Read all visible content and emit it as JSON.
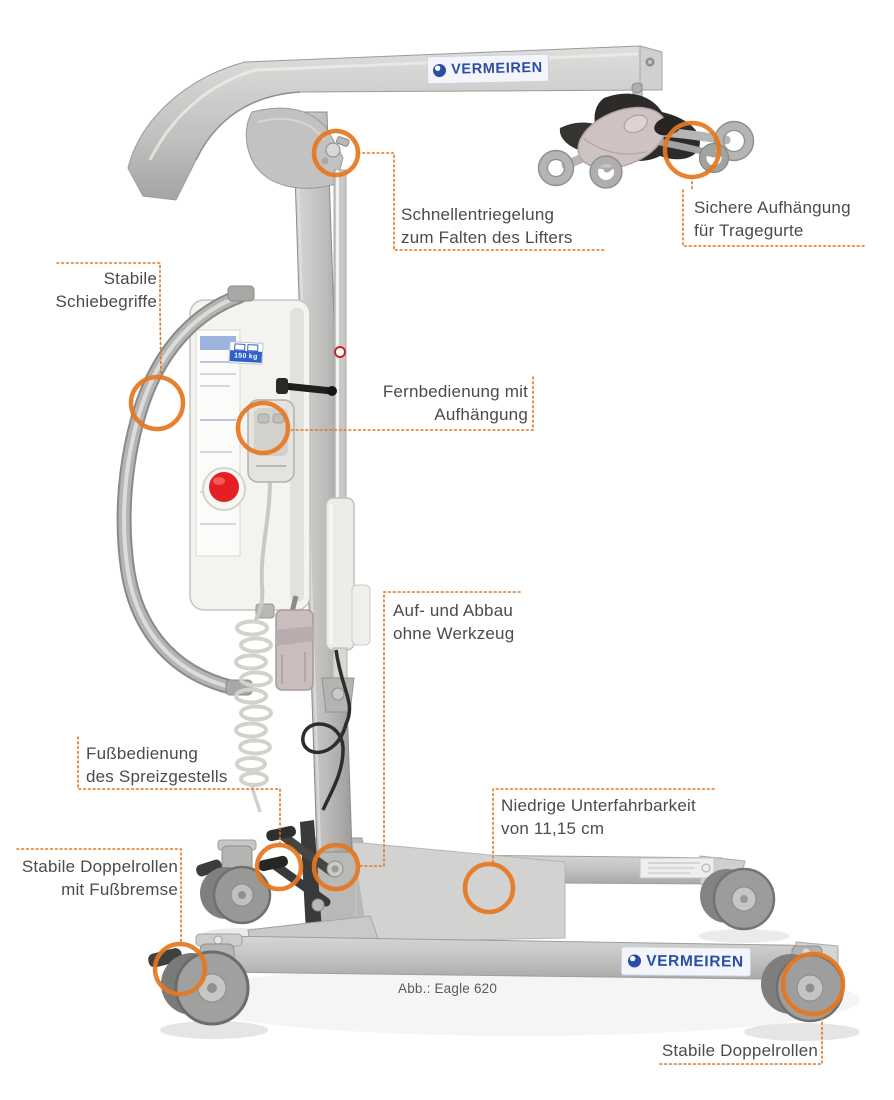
{
  "brand": {
    "logo_text": "VERMEIREN",
    "logo_color": "#2b4da6"
  },
  "figure": {
    "caption": "Abb.: Eagle 620",
    "max_load_label": "150 kg",
    "accent_color": "#e6771f"
  },
  "callouts": [
    {
      "id": "quick-release",
      "label": "Schnellentriegelung\nzum Falten des Lifters"
    },
    {
      "id": "sling-suspension",
      "label": "Sichere Aufhängung\nfür Tragegurte"
    },
    {
      "id": "push-handles",
      "label": "Stabile\nSchiebegriffe"
    },
    {
      "id": "remote-control",
      "label": "Fernbedienung mit\nAufhängung"
    },
    {
      "id": "tool-free-assembly",
      "label": "Auf- und Abbau\nohne Werkzeug"
    },
    {
      "id": "foot-pedal",
      "label": "Fußbedienung\ndes Spreizgestells"
    },
    {
      "id": "low-clearance",
      "label": "Niedrige Unterfahrbarkeit\nvon 11,15 cm"
    },
    {
      "id": "casters-brake",
      "label": "Stabile Doppelrollen\nmit Fußbremse"
    },
    {
      "id": "casters",
      "label": "Stabile Doppelrollen"
    }
  ]
}
